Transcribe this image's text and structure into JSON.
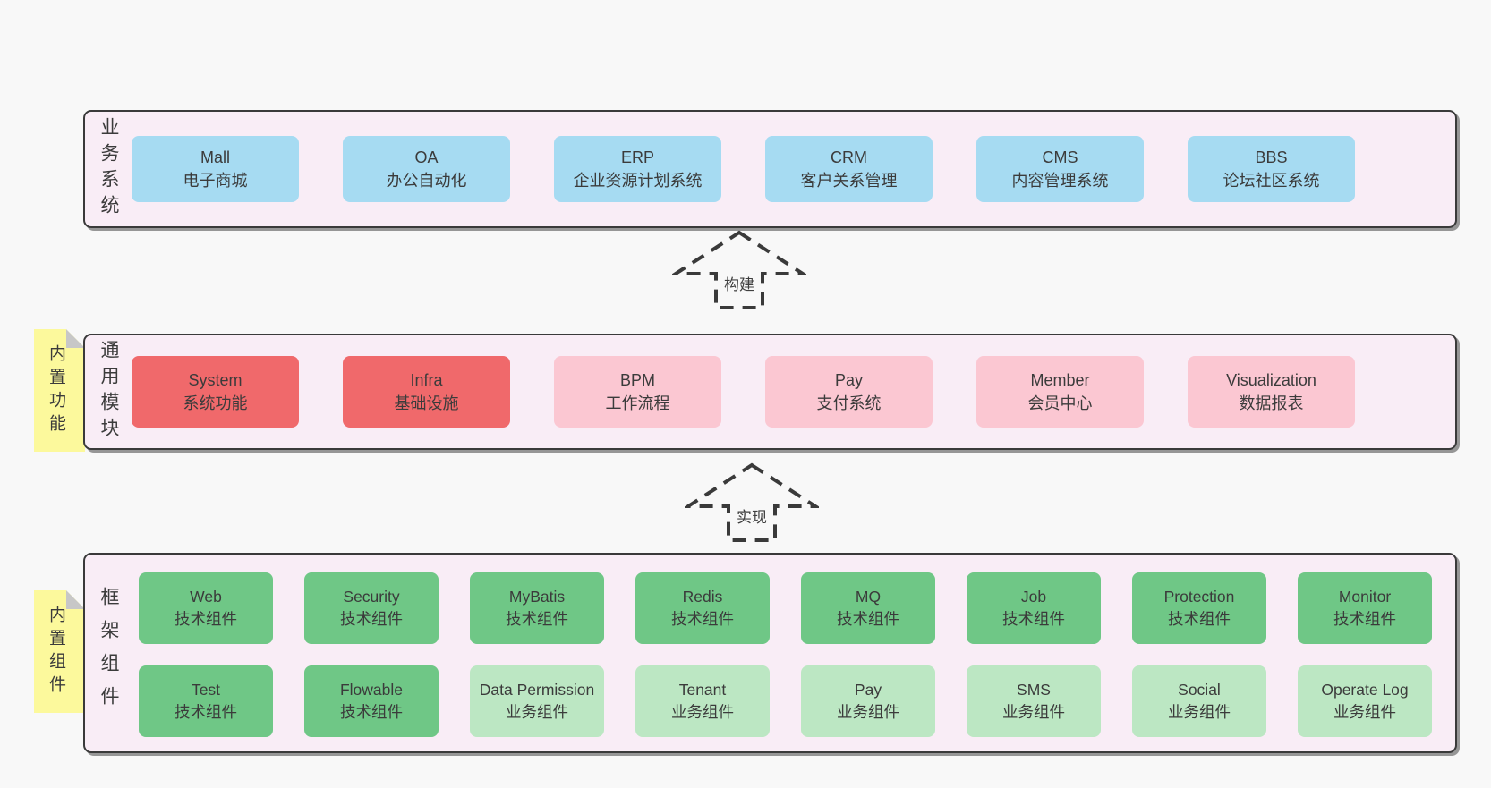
{
  "colors": {
    "page_bg": "#f8f8f8",
    "band_bg": "#f9edf6",
    "band_border": "#3a3a3a",
    "box_blue": "#a6dbf2",
    "box_red": "#f0696b",
    "box_pink": "#fbc7d2",
    "box_green": "#6fc786",
    "box_light_green": "#bce7c3",
    "tab_yellow": "#fcf99c",
    "fold_gray": "#c7c7c7",
    "text": "#3b3b3b"
  },
  "arrows": [
    {
      "label": "构建"
    },
    {
      "label": "实现"
    }
  ],
  "layers": {
    "business": {
      "side_label": "业务系统",
      "boxes": [
        {
          "title": "Mall",
          "subtitle": "电子商城"
        },
        {
          "title": "OA",
          "subtitle": "办公自动化"
        },
        {
          "title": "ERP",
          "subtitle": "企业资源计划系统"
        },
        {
          "title": "CRM",
          "subtitle": "客户关系管理"
        },
        {
          "title": "CMS",
          "subtitle": "内容管理系统"
        },
        {
          "title": "BBS",
          "subtitle": "论坛社区系统"
        }
      ]
    },
    "modules": {
      "side_label": "通用模块",
      "tab_label": "内置功能",
      "boxes": [
        {
          "title": "System",
          "subtitle": "系统功能"
        },
        {
          "title": "Infra",
          "subtitle": "基础设施"
        },
        {
          "title": "BPM",
          "subtitle": "工作流程"
        },
        {
          "title": "Pay",
          "subtitle": "支付系统"
        },
        {
          "title": "Member",
          "subtitle": "会员中心"
        },
        {
          "title": "Visualization",
          "subtitle": "数据报表"
        }
      ]
    },
    "components": {
      "side_label": "框架组件",
      "tab_label": "内置组件",
      "row1": [
        {
          "title": "Web",
          "subtitle": "技术组件"
        },
        {
          "title": "Security",
          "subtitle": "技术组件"
        },
        {
          "title": "MyBatis",
          "subtitle": "技术组件"
        },
        {
          "title": "Redis",
          "subtitle": "技术组件"
        },
        {
          "title": "MQ",
          "subtitle": "技术组件"
        },
        {
          "title": "Job",
          "subtitle": "技术组件"
        },
        {
          "title": "Protection",
          "subtitle": "技术组件"
        },
        {
          "title": "Monitor",
          "subtitle": "技术组件"
        }
      ],
      "row2": [
        {
          "title": "Test",
          "subtitle": "技术组件"
        },
        {
          "title": "Flowable",
          "subtitle": "技术组件"
        },
        {
          "title": "Data Permission",
          "subtitle": "业务组件"
        },
        {
          "title": "Tenant",
          "subtitle": "业务组件"
        },
        {
          "title": "Pay",
          "subtitle": "业务组件"
        },
        {
          "title": "SMS",
          "subtitle": "业务组件"
        },
        {
          "title": "Social",
          "subtitle": "业务组件"
        },
        {
          "title": "Operate Log",
          "subtitle": "业务组件"
        }
      ]
    }
  }
}
